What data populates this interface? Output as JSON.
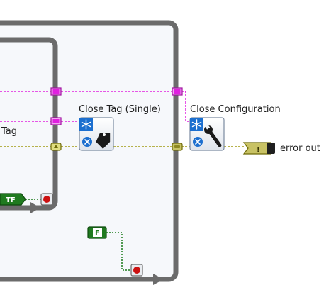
{
  "diagram": {
    "nodes": {
      "close_tag": {
        "label": "Close Tag (Single)"
      },
      "close_config": {
        "label": "Close Configuration"
      }
    },
    "left_label": "Tag",
    "error_out": {
      "label": "error out",
      "glyph": "!"
    },
    "tf_constant": "TF",
    "false_constant": "F"
  },
  "colors": {
    "frame": "#6b6b6b",
    "frame_fill": "#f6f8fb",
    "wire_pink": "#e020e0",
    "wire_olive": "#a09a12",
    "wire_boolean": "#1a7a1a",
    "stop_red": "#cc1111",
    "node_blue": "#1c6fcf"
  }
}
